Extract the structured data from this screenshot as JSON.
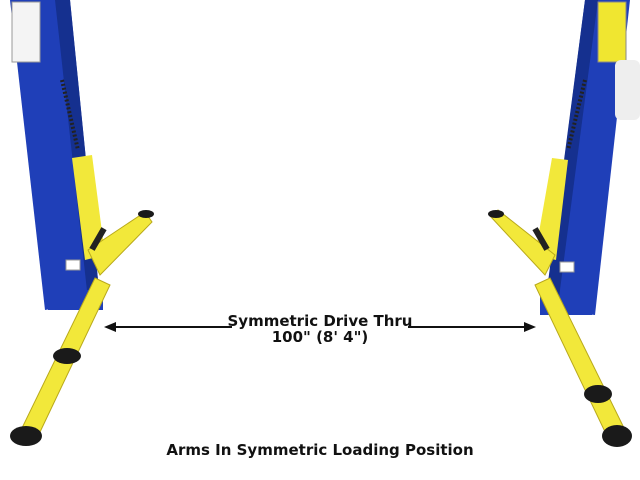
{
  "annotation": {
    "title": "Symmetric Drive Thru",
    "measurement": "100\"  (8' 4\")"
  },
  "caption": "Arms In Symmetric Loading Position",
  "colors": {
    "post": "#1f3fb8",
    "arm": "#f2e83a",
    "pad": "#1a1a1a"
  }
}
